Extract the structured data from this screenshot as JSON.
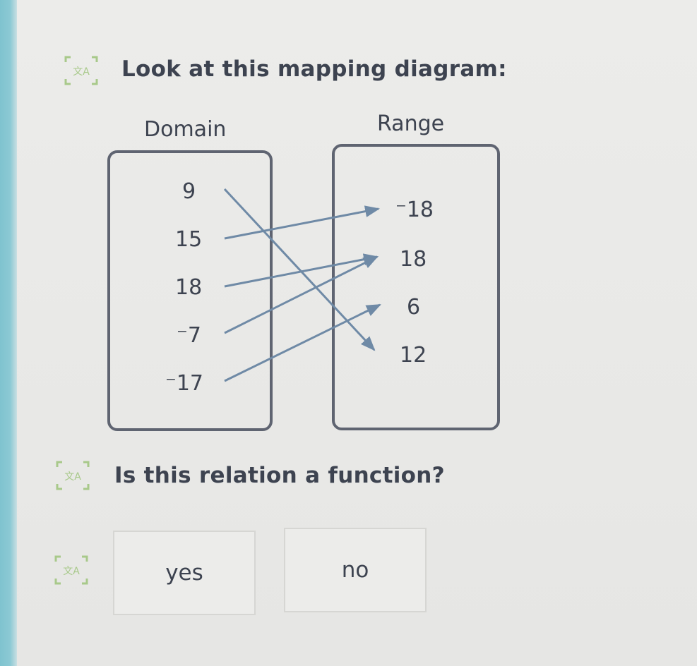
{
  "question": {
    "intro_text": "Look at this mapping diagram:",
    "prompt_text": "Is this relation a function?"
  },
  "diagram": {
    "domain_label": "Domain",
    "range_label": "Range",
    "domain_values": [
      "9",
      "15",
      "18",
      "⁻7",
      "⁻17"
    ],
    "range_values": [
      "⁻18",
      "18",
      "6",
      "12"
    ],
    "mappings": [
      {
        "from": "9",
        "to": "12"
      },
      {
        "from": "15",
        "to": "⁻18"
      },
      {
        "from": "18",
        "to": "18"
      },
      {
        "from": "⁻7",
        "to": "18"
      },
      {
        "from": "⁻17",
        "to": "6"
      }
    ]
  },
  "choices": {
    "yes_label": "yes",
    "no_label": "no"
  },
  "icons": {
    "speaker": "text-to-speech-icon"
  },
  "colors": {
    "arrow": "#6f8aa6",
    "box_border": "#5f6471",
    "text": "#3d4350"
  }
}
